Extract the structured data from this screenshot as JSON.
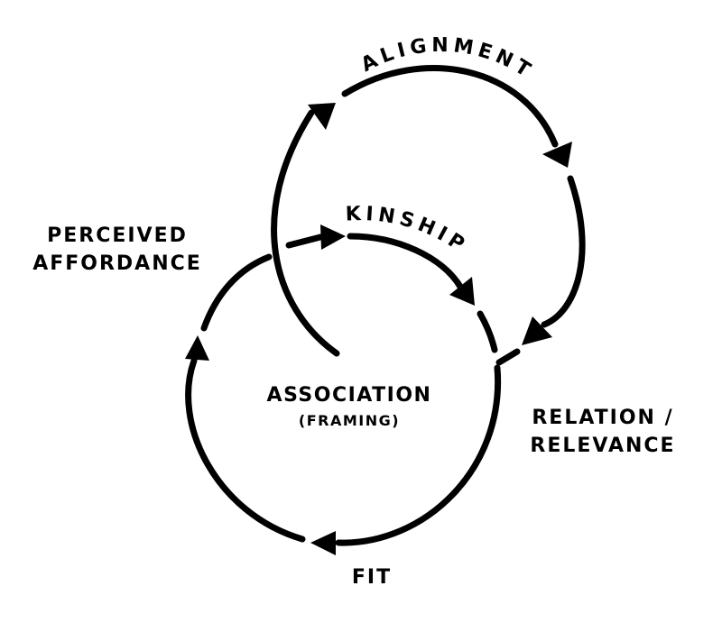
{
  "labels": {
    "alignment": "ALIGNMENT",
    "kinship": "KINSHIP",
    "perceived_line1": "PERCEIVED",
    "perceived_line2": "AFFORDANCE",
    "association": "ASSOCIATION",
    "framing": "(FRAMING)",
    "relation_line1": "RELATION /",
    "relation_line2": "RELEVANCE",
    "fit": "FIT"
  },
  "colors": {
    "ink": "#000000",
    "background": "#ffffff"
  }
}
